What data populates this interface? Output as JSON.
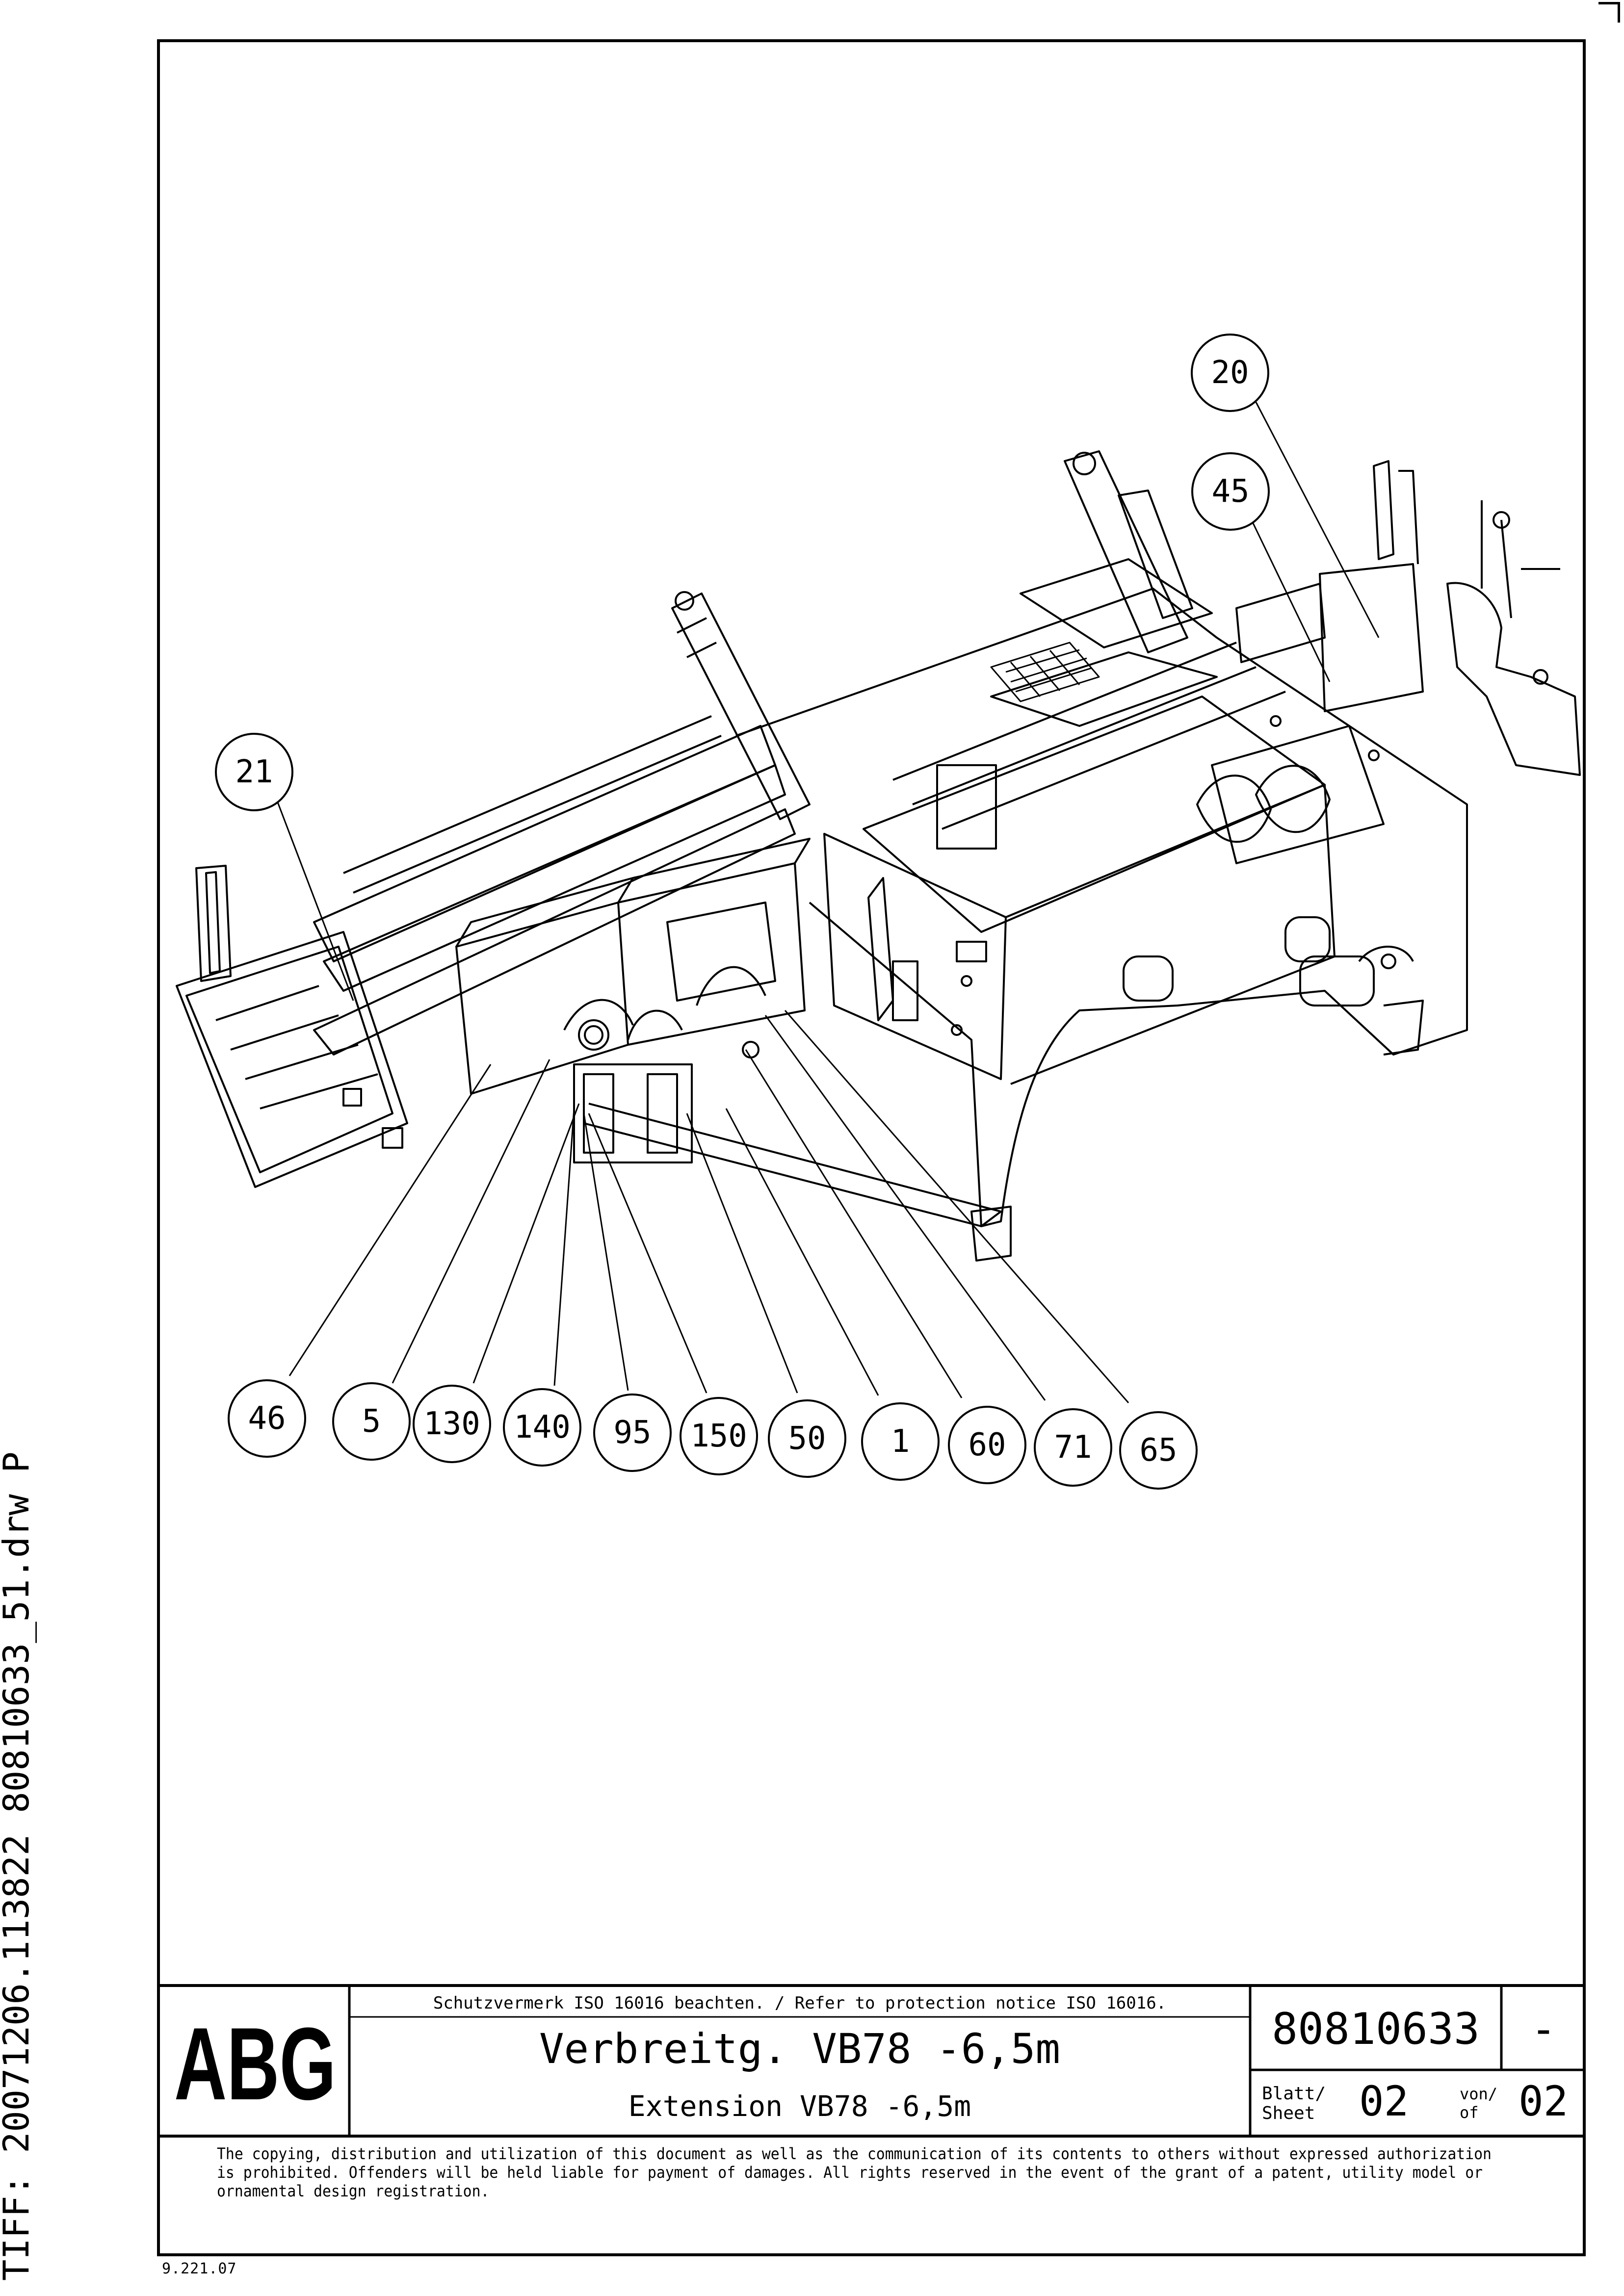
{
  "side_label": "TIFF:   20071206.113822  80810633_51.drw  P",
  "form_code": "9.221.07",
  "callouts": [
    "20",
    "45",
    "21",
    "46",
    "5",
    "130",
    "140",
    "95",
    "150",
    "50",
    "1",
    "60",
    "71",
    "65"
  ],
  "title_block": {
    "logo": "ABG",
    "protection_notice": "Schutzvermerk ISO 16016 beachten. / Refer to protection notice ISO 16016.",
    "title_de": "Verbreitg. VB78 -6,5m",
    "title_en": "Extension VB78 -6,5m",
    "drawing_number": "80810633",
    "revision": "-",
    "sheet_label_de": "Blatt/",
    "sheet_label_en": "Sheet",
    "sheet_number": "02",
    "of_label_de": "von/",
    "of_label_en": "of",
    "sheet_total": "02",
    "copyright": [
      "The copying, distribution and utilization of this document as well as the communication of its contents to others without expressed authorization",
      "is prohibited. Offenders will be held liable for payment of damages. All rights reserved in the event of the grant of a patent, utility model or",
      "ornamental design registration."
    ]
  }
}
